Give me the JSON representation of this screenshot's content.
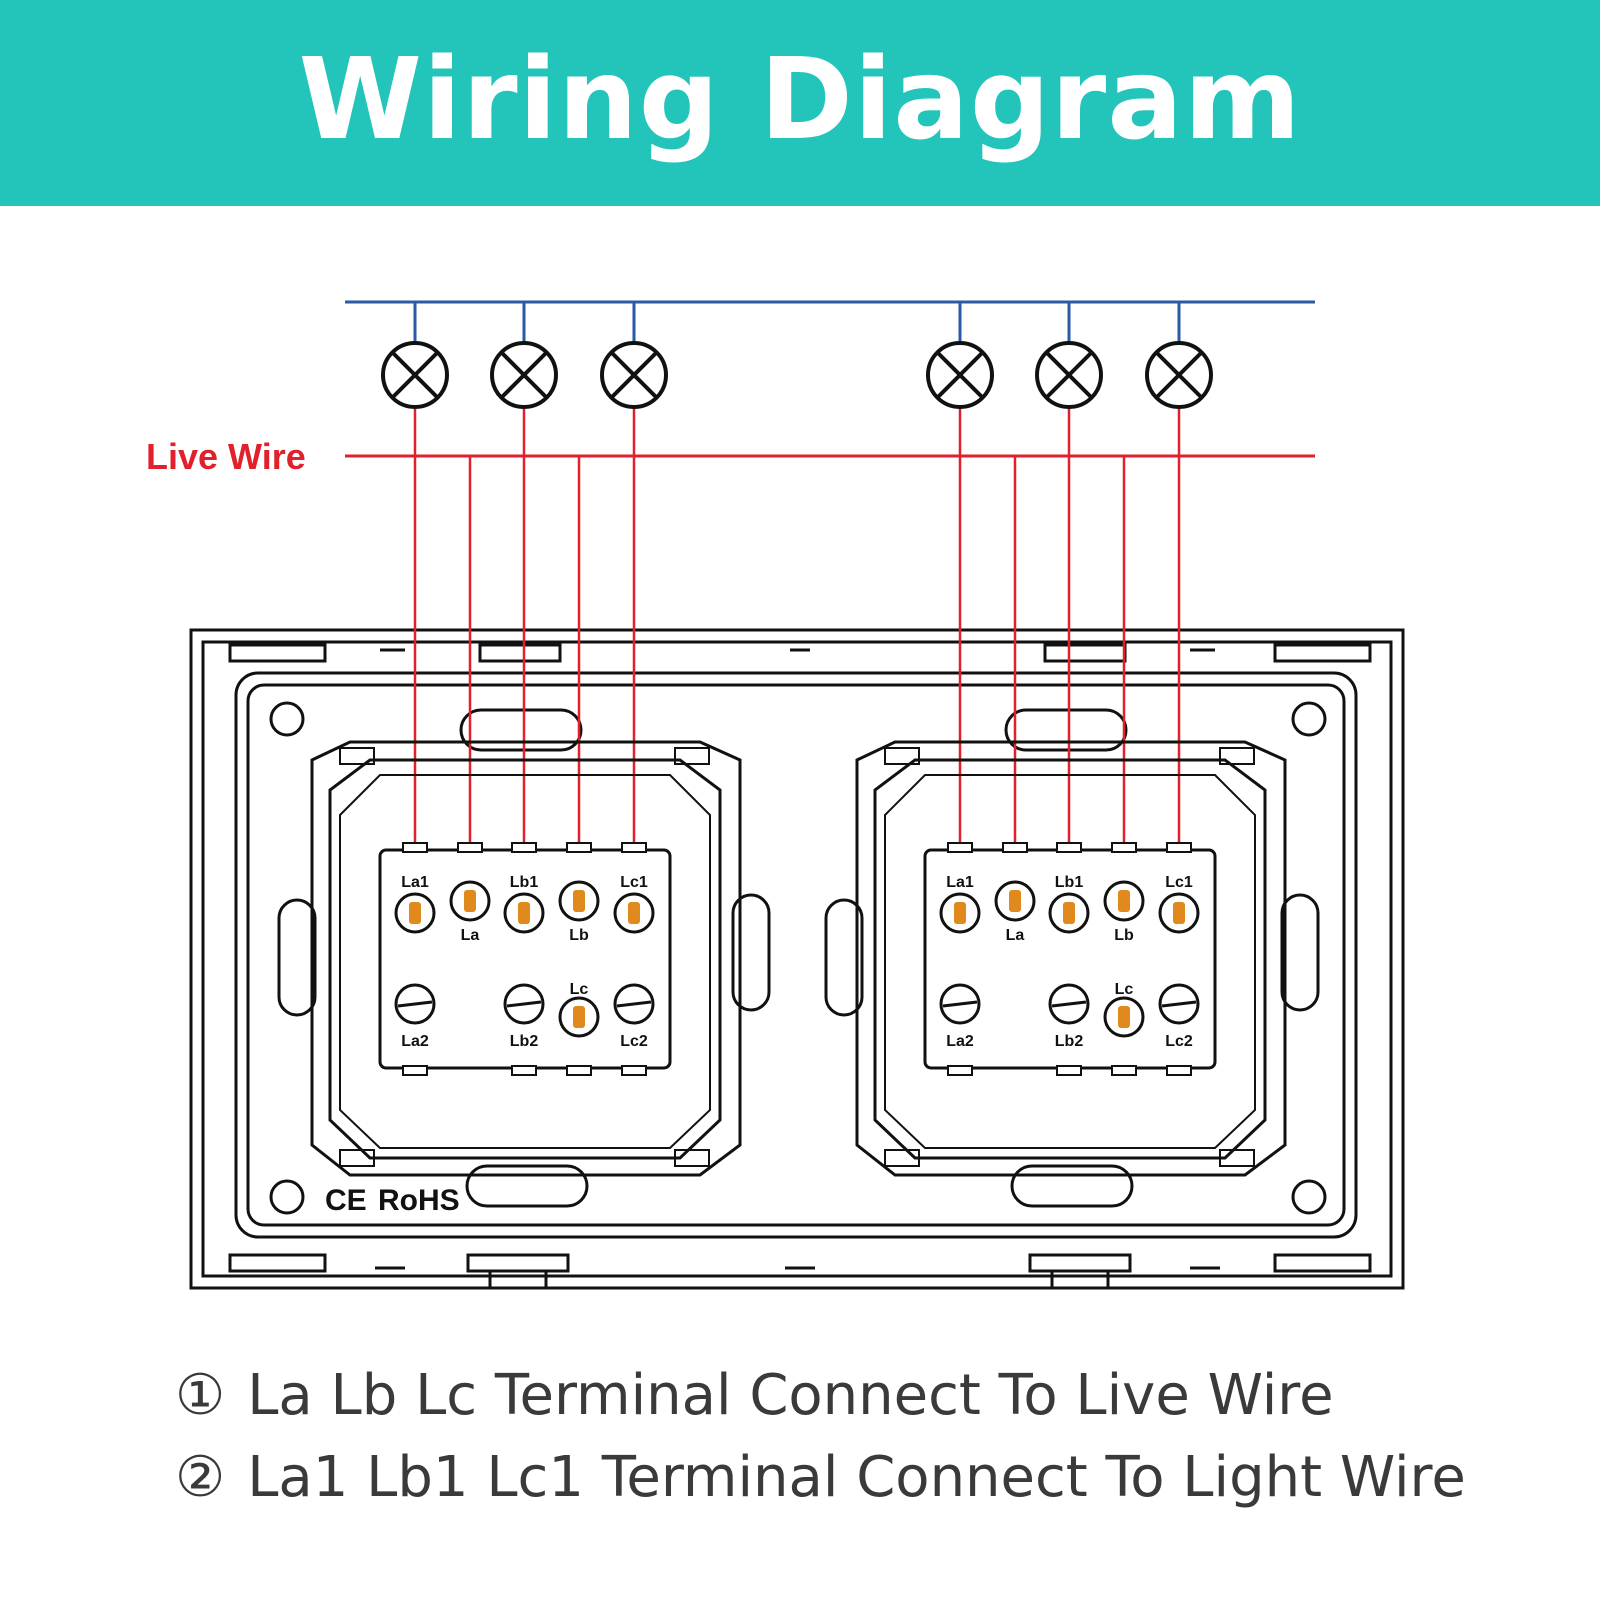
{
  "header": {
    "title": "Wiring Diagram",
    "background": "#23c5bb"
  },
  "diagram": {
    "live_wire_label": "Live Wire",
    "colors": {
      "neutral": "#2a5aa8",
      "live": "#e0212b",
      "outline": "#111111",
      "terminal": "#e08a1e"
    },
    "panels": [
      {
        "top_terminals": [
          "La1",
          "La",
          "Lb1",
          "Lb",
          "Lc1"
        ],
        "bottom_terminals": [
          "La2",
          "Lb2",
          "Lc",
          "Lc2"
        ]
      },
      {
        "top_terminals": [
          "La1",
          "La",
          "Lb1",
          "Lb",
          "Lc1"
        ],
        "bottom_terminals": [
          "La2",
          "Lb2",
          "Lc",
          "Lc2"
        ]
      }
    ],
    "marks": {
      "ce": "CE",
      "rohs": "RoHS"
    }
  },
  "notes": [
    {
      "num": "①",
      "text": "La Lb Lc Terminal Connect To Live Wire"
    },
    {
      "num": "②",
      "text": "La1 Lb1 Lc1 Terminal Connect To Light Wire"
    }
  ]
}
